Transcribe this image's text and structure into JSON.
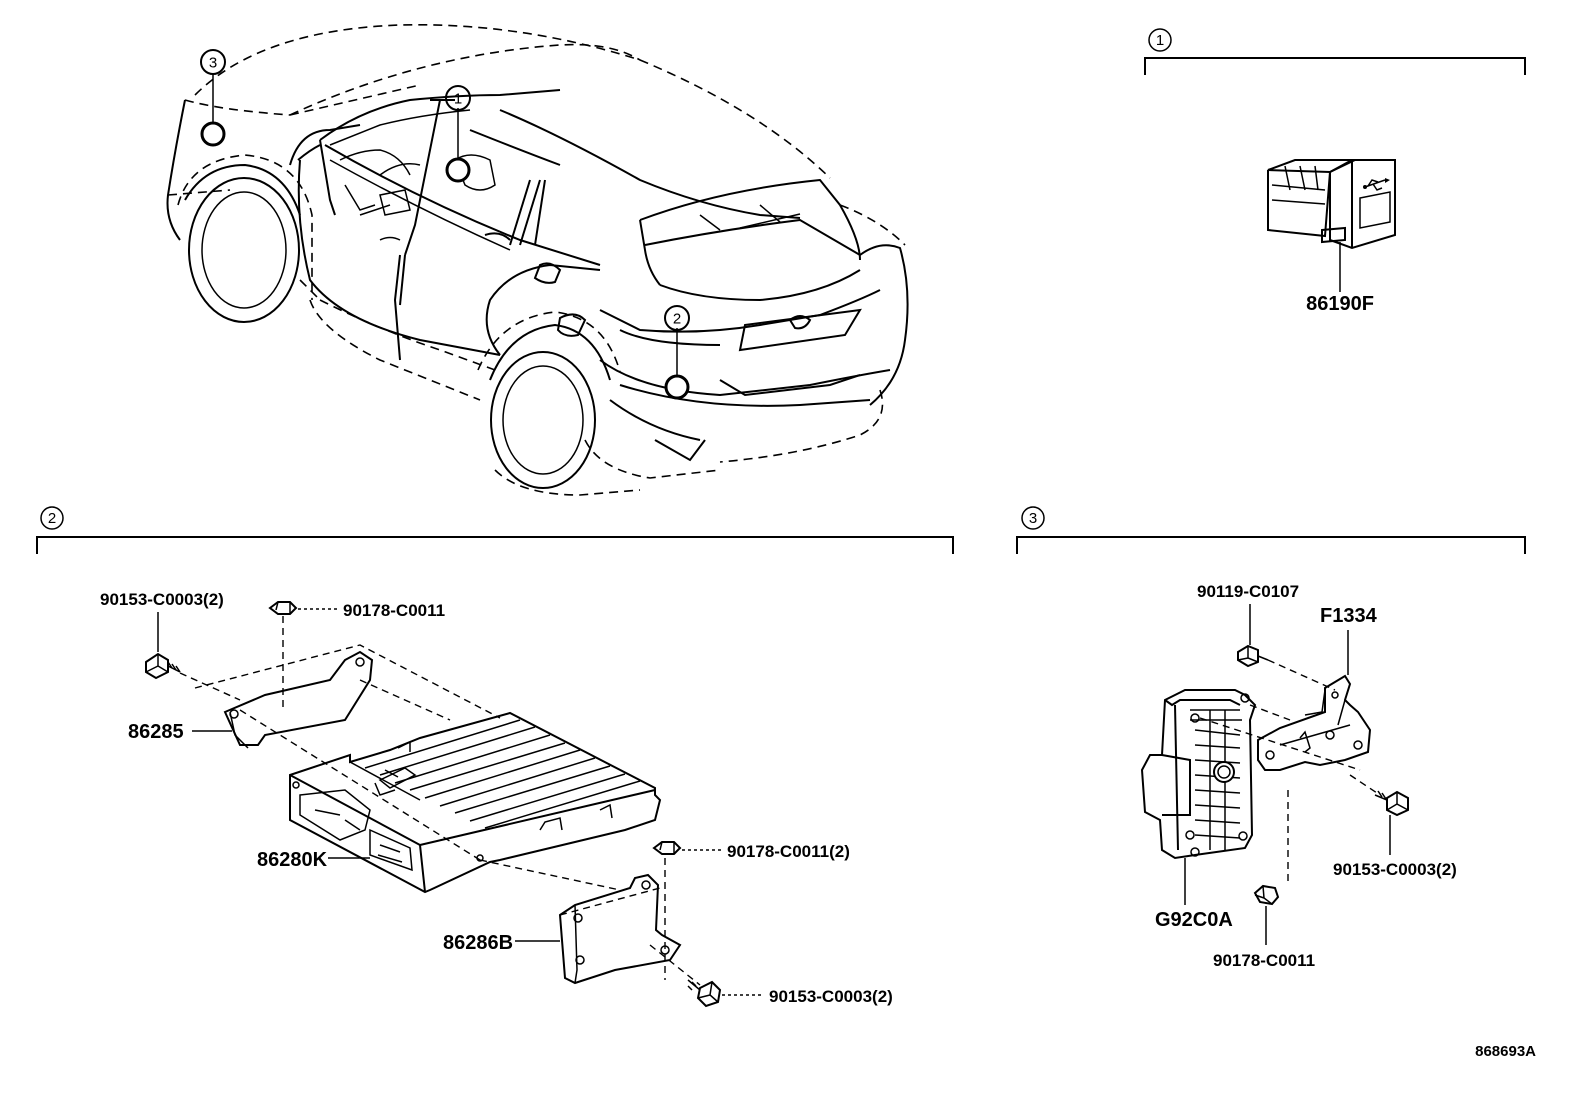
{
  "callouts": {
    "one": "1",
    "two": "2",
    "three": "3"
  },
  "section1": {
    "marker": "1",
    "parts": {
      "usb_socket": "86190F"
    }
  },
  "section2": {
    "marker": "2",
    "parts": {
      "bolt_top": "90153-C0003(2)",
      "nut_top": "90178-C0011",
      "bracket_upper": "86285",
      "amplifier": "86280K",
      "nut_right": "90178-C0011(2)",
      "bracket_lower": "86286B",
      "bolt_bottom": "90153-C0003(2)"
    }
  },
  "section3": {
    "marker": "3",
    "parts": {
      "screw_top": "90119-C0107",
      "bracket": "F1334",
      "bolt_right": "90153-C0003(2)",
      "module": "G92C0A",
      "nut_bottom": "90178-C0011"
    }
  },
  "diagram_id": "868693A"
}
